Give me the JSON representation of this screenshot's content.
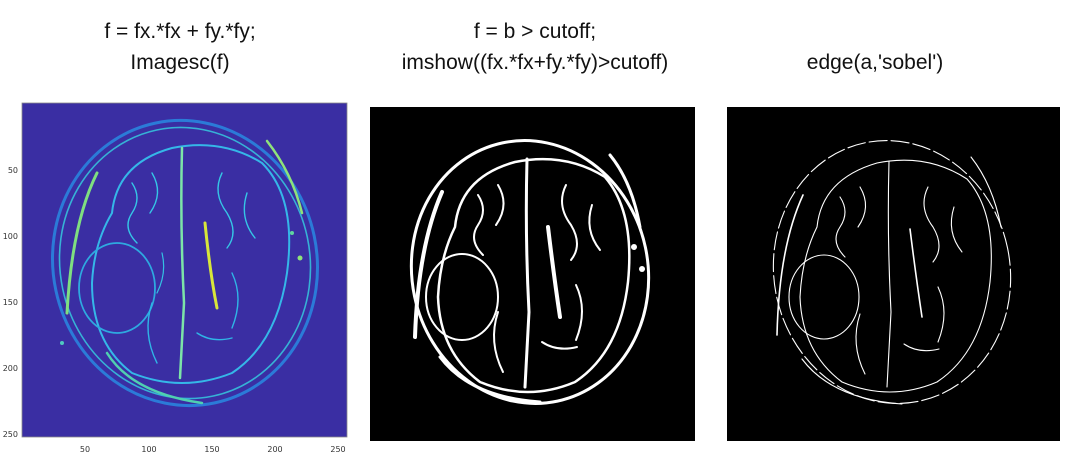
{
  "panels": [
    {
      "caption_lines": [
        "f = fx.*fx + fy.*fy;",
        "Imagesc(f)"
      ],
      "y_ticks": [
        "50",
        "100",
        "150",
        "200",
        "250"
      ],
      "x_ticks": [
        "50",
        "100",
        "150",
        "200",
        "250"
      ],
      "colormap": "parula",
      "background_color": "#3a2ea3"
    },
    {
      "caption_lines": [
        "f = b > cutoff;",
        "imshow((fx.*fx+fy.*fy)>cutoff)"
      ],
      "background_color": "#000000"
    },
    {
      "caption_lines": [
        "edge(a,'sobel')"
      ],
      "background_color": "#000000"
    }
  ]
}
